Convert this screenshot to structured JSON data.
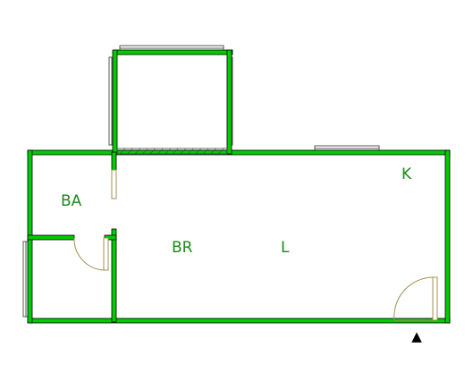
{
  "floorplan": {
    "rooms": [
      {
        "id": "bathroom",
        "label": "BA"
      },
      {
        "id": "bedroom",
        "label": "BR"
      },
      {
        "id": "living",
        "label": "L"
      },
      {
        "id": "kitchen",
        "label": "K"
      }
    ],
    "entrance_marker": "▲",
    "colors": {
      "wall_fill": "#00cc00",
      "wall_edge": "#000000",
      "label": "#1a8a1a",
      "door": "#a09050",
      "window": "#555555"
    }
  }
}
